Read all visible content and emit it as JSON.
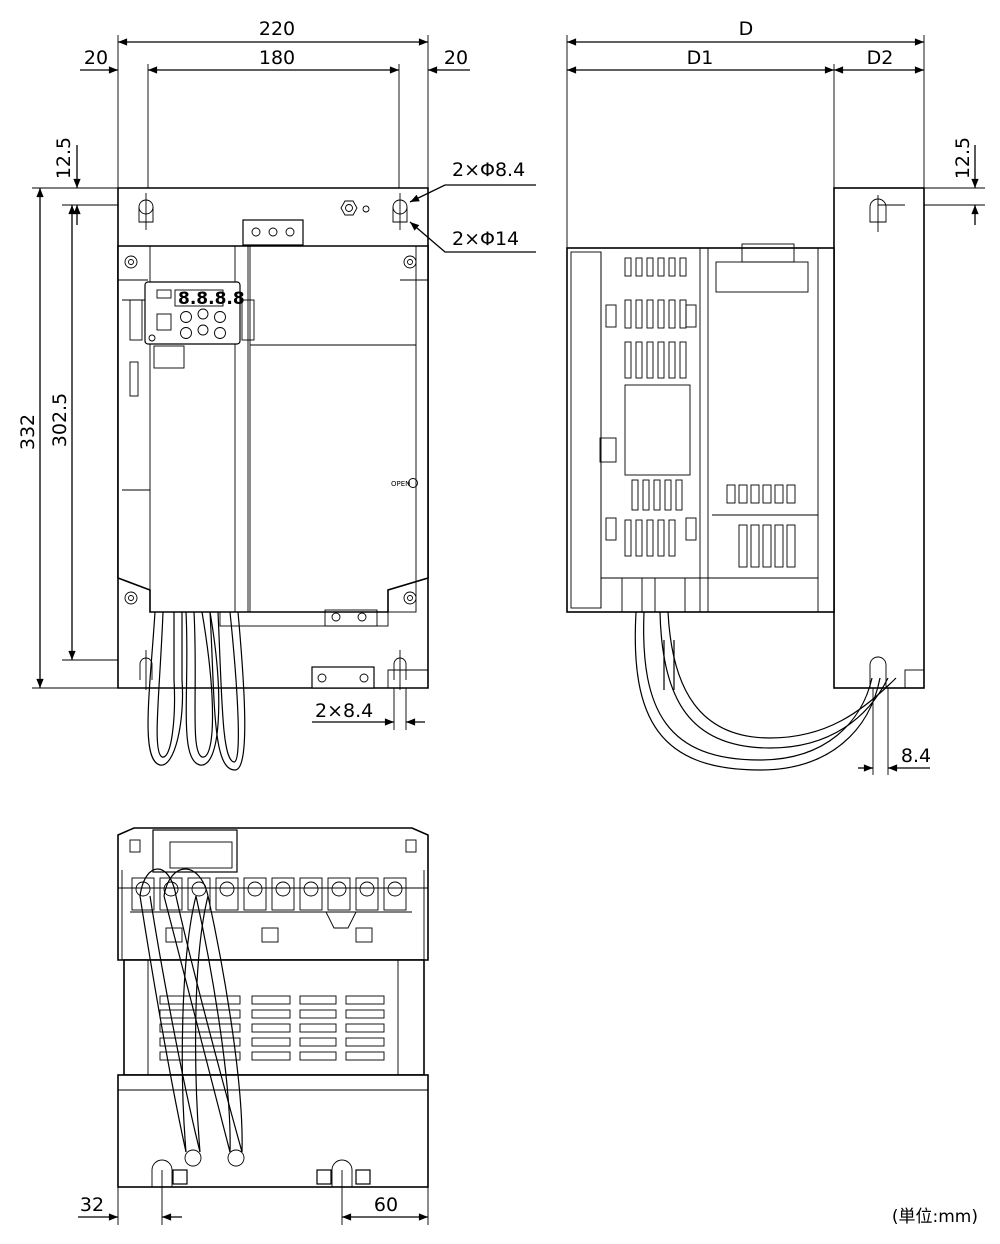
{
  "front_view": {
    "dim_overall_width": "220",
    "dim_left_margin": "20",
    "dim_hole_pitch": "180",
    "dim_right_margin": "20",
    "dim_top_offset": "12.5",
    "dim_overall_height": "332",
    "dim_hole_height": "302.5",
    "label_upper_holes": "2×Φ8.4",
    "label_counterbore": "2×Φ14",
    "label_lower_slots": "2×8.4",
    "open_label": "OPEN"
  },
  "side_view": {
    "dim_depth": "D",
    "dim_depth_1": "D1",
    "dim_depth_2": "D2",
    "dim_top_offset": "12.5",
    "dim_slot": "8.4"
  },
  "bottom_view": {
    "dim_left": "32",
    "dim_right": "60"
  },
  "unit_note": "(単位:mm)"
}
